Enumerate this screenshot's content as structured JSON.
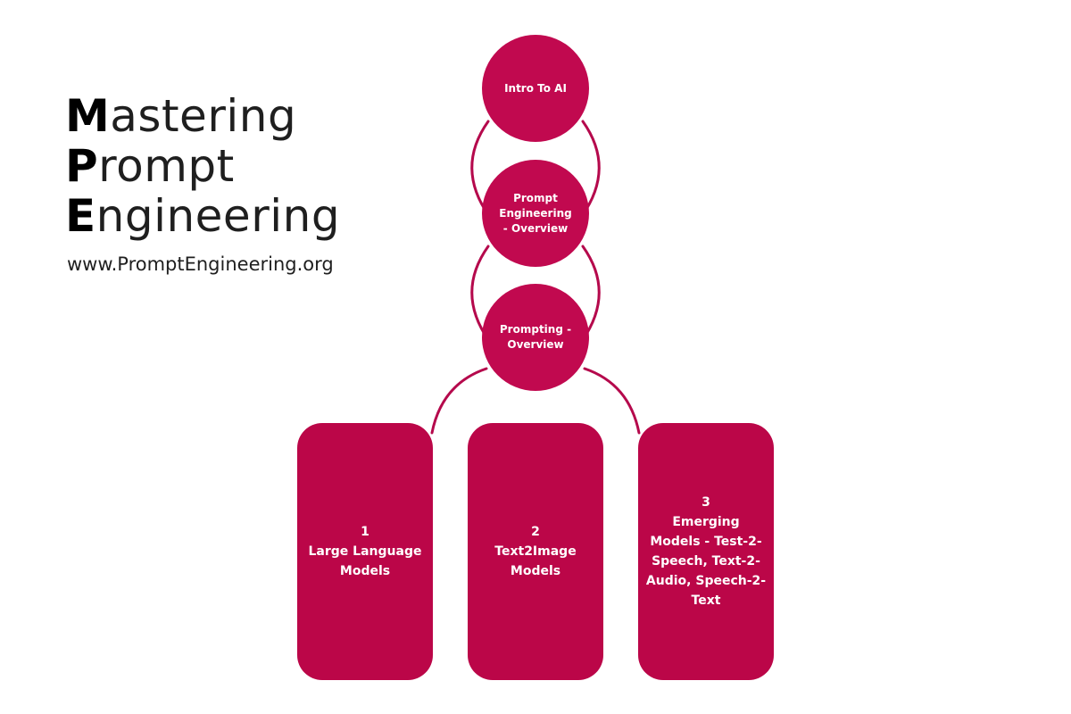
{
  "title": {
    "lines": [
      {
        "initial": "M",
        "rest": "astering"
      },
      {
        "initial": "P",
        "rest": "rompt"
      },
      {
        "initial": "E",
        "rest": "ngineering"
      }
    ]
  },
  "website": "www.PromptEngineering.org",
  "colors": {
    "node": "#c1094f",
    "box": "#bb0648",
    "connector": "#b5094c",
    "text_dark": "#1f1f1f"
  },
  "nodes": {
    "intro": "Intro To AI",
    "prompt_engineering": "Prompt Engineering - Overview",
    "prompting": "Prompting - Overview"
  },
  "branches": [
    {
      "number": "1",
      "label": "Large Language Models"
    },
    {
      "number": "2",
      "label": "Text2Image Models"
    },
    {
      "number": "3",
      "label": "Emerging Models - Test-2-Speech, Text-2-Audio, Speech-2-Text"
    }
  ]
}
